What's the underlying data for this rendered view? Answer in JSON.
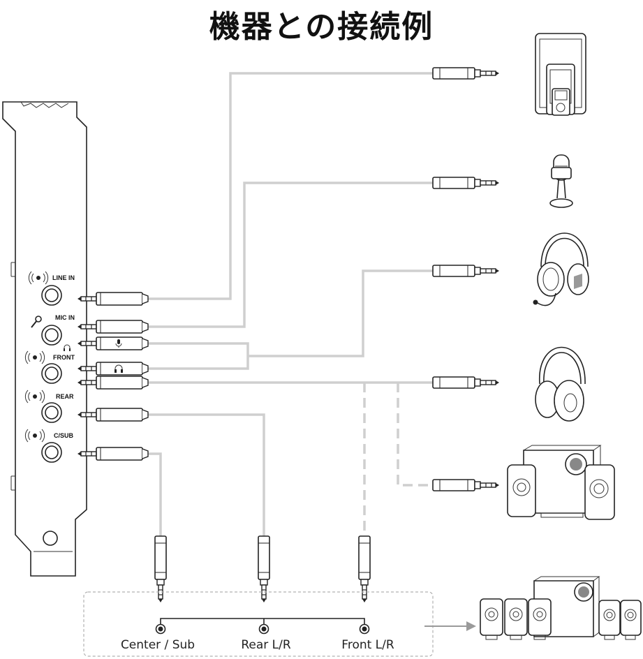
{
  "title": "機器との接続例",
  "card_ports": [
    {
      "label": "LINE IN",
      "icon": "line-in-icon"
    },
    {
      "label": "MIC IN",
      "icon": "mic-icon"
    },
    {
      "label": "FRONT",
      "icon": "speaker-out-icon"
    },
    {
      "label": "REAR",
      "icon": "speaker-out-icon"
    },
    {
      "label": "C/SUB",
      "icon": "speaker-out-icon"
    }
  ],
  "split_cable_icons": [
    "mic-icon",
    "headphone-icon"
  ],
  "devices": [
    {
      "icon": "tablet-and-music-player-icon"
    },
    {
      "icon": "usb-microphone-icon"
    },
    {
      "icon": "gaming-headset-icon"
    },
    {
      "icon": "headphones-icon"
    },
    {
      "icon": "2-1-speaker-system-icon"
    },
    {
      "icon": "5-1-surround-speaker-system-icon"
    }
  ],
  "outputs": [
    {
      "label": "Center / Sub"
    },
    {
      "label": "Rear L/R"
    },
    {
      "label": "Front L/R"
    }
  ],
  "colors": {
    "cable": "#cfcfcf",
    "ink": "#222222"
  }
}
